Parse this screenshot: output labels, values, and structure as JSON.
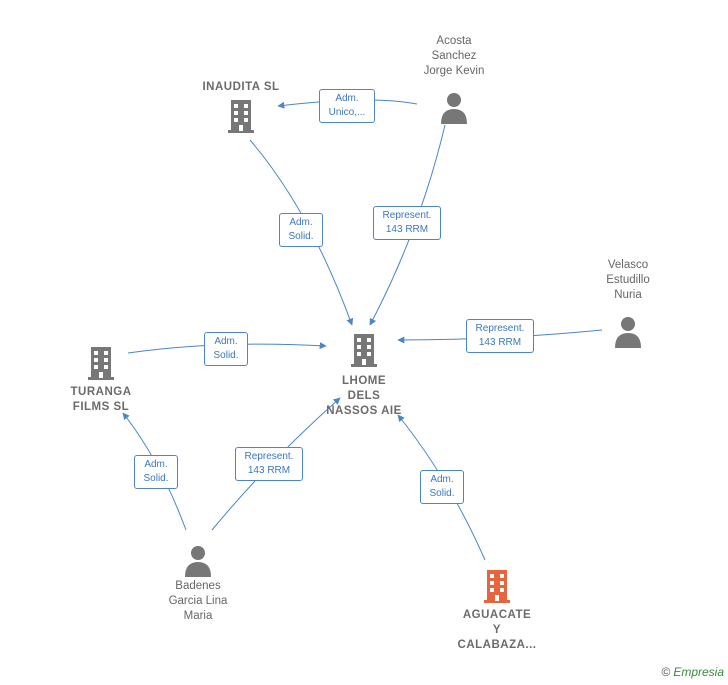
{
  "nodes": {
    "inaudita": {
      "name": "INAUDITA  SL",
      "type": "company"
    },
    "acosta": {
      "name": "Acosta\nSanchez\nJorge Kevin",
      "type": "person"
    },
    "velasco": {
      "name": "Velasco\nEstudillo\nNuria",
      "type": "person"
    },
    "lhome": {
      "name": "LHOME\nDELS\nNASSOS  AIE",
      "type": "company"
    },
    "turanga": {
      "name": "TURANGA\nFILMS SL",
      "type": "company"
    },
    "badenes": {
      "name": "Badenes\nGarcia Lina\nMaria",
      "type": "person"
    },
    "aguacate": {
      "name": "AGUACATE\nY\nCALABAZA...",
      "type": "company-main"
    }
  },
  "edges": [
    {
      "id": "e1",
      "label": "Adm.\nUnico,...",
      "from": "acosta",
      "to": "inaudita"
    },
    {
      "id": "e2",
      "label": "Adm.\nSolid.",
      "from": "inaudita",
      "to": "lhome"
    },
    {
      "id": "e3",
      "label": "Represent.\n143 RRM",
      "from": "acosta",
      "to": "lhome"
    },
    {
      "id": "e4",
      "label": "Represent.\n143 RRM",
      "from": "velasco",
      "to": "lhome"
    },
    {
      "id": "e5",
      "label": "Adm.\nSolid.",
      "from": "turanga",
      "to": "lhome"
    },
    {
      "id": "e6",
      "label": "Adm.\nSolid.",
      "from": "badenes",
      "to": "turanga"
    },
    {
      "id": "e7",
      "label": "Represent.\n143 RRM",
      "from": "badenes",
      "to": "lhome"
    },
    {
      "id": "e8",
      "label": "Adm.\nSolid.",
      "from": "aguacate",
      "to": "lhome"
    }
  ],
  "colors": {
    "edge": "#4a86c8",
    "icon": "#777777",
    "main_icon": "#e8643c"
  },
  "footer": {
    "copyright": "©",
    "brand": "Empresia"
  }
}
